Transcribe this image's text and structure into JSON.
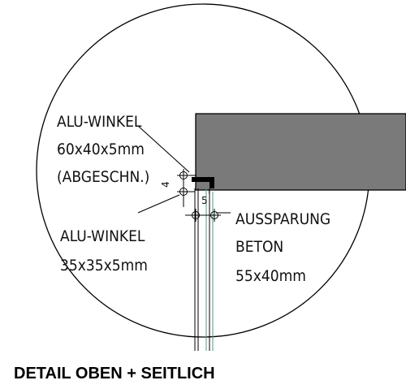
{
  "labels": {
    "alu_winkel_1": [
      "ALU-WINKEL",
      "60x40x5mm",
      "(ABGESCHN.)"
    ],
    "alu_winkel_2": [
      "ALU-WINKEL",
      "35x35x5mm"
    ],
    "aussparung": [
      "AUSSPARUNG",
      "BETON",
      "55x40mm"
    ],
    "dim_vertical": "4",
    "dim_horizontal": "5",
    "title": "DETAIL OBEN + SEITLICH"
  },
  "colors": {
    "concrete_fill": "#7a7a7a",
    "line": "#000000",
    "glass_line": "#4a9a8a"
  }
}
